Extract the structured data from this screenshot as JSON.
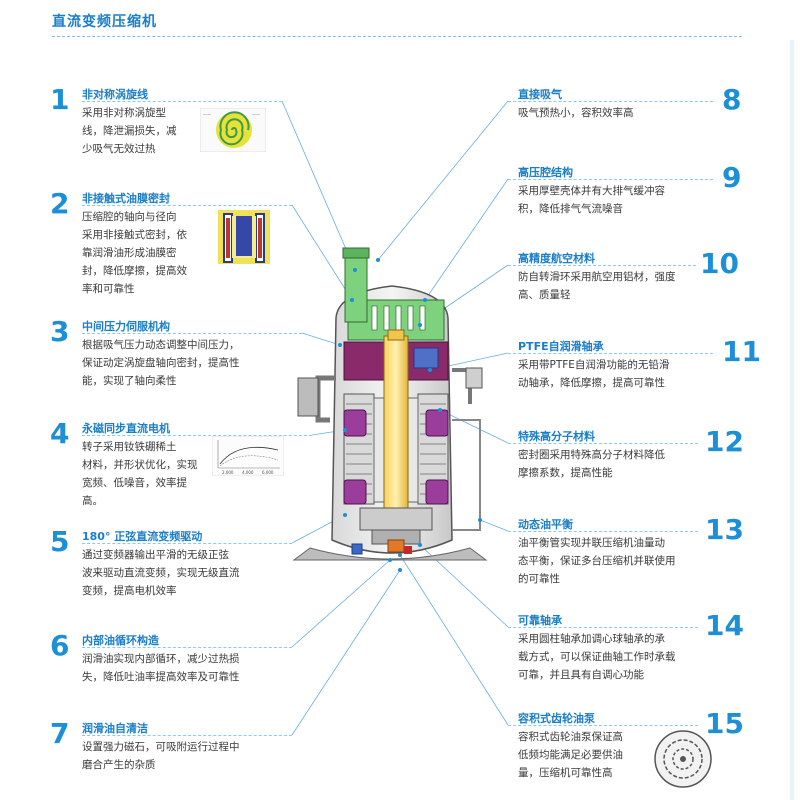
{
  "title": "直流变频压缩机",
  "features": [
    {
      "num": "1",
      "title": "非对称涡旋线",
      "lines": [
        "采用非对称涡旋型",
        "线，降泄漏损失，减",
        "少吸气无效过热"
      ]
    },
    {
      "num": "2",
      "title": "非接触式油膜密封",
      "lines": [
        "压缩腔的轴向与径向",
        "采用非接触式密封，依",
        "靠润滑油形成油膜密",
        "封，降低摩擦，提高效",
        "率和可靠性"
      ]
    },
    {
      "num": "3",
      "title": "中间压力伺服机构",
      "lines": [
        "根据吸气压力动态调整中间压力，",
        "保证动定涡旋盘轴向密封，提高性",
        "能，实现了轴向柔性"
      ]
    },
    {
      "num": "4",
      "title": "永磁同步直流电机",
      "lines": [
        "转子采用钕铁硼稀土",
        "材料，并形状优化，实现",
        "宽频、低噪音，效率提",
        "高。"
      ]
    },
    {
      "num": "5",
      "title": "180°  正弦直流变频驱动",
      "lines": [
        "通过变频器输出平滑的无级正弦",
        "波来驱动直流变频，实现无级直流",
        "变频，提高电机效率"
      ]
    },
    {
      "num": "6",
      "title": "内部油循环构造",
      "lines": [
        "润滑油实现内部循环，减少过热损",
        "失，降低吐油率提高效率及可靠性"
      ]
    },
    {
      "num": "7",
      "title": "润滑油自清洁",
      "lines": [
        "设置强力磁石，可吸附运行过程中",
        "磨合产生的杂质"
      ]
    },
    {
      "num": "8",
      "title": "直接吸气",
      "lines": [
        "吸气预热小，容积效率高"
      ]
    },
    {
      "num": "9",
      "title": "高压腔结构",
      "lines": [
        "采用厚壁壳体并有大排气缓冲容",
        "积，降低排气气流噪音"
      ]
    },
    {
      "num": "10",
      "title": "高精度航空材料",
      "lines": [
        "防自转滑环采用航空用铝材，强度",
        "高、质量轻"
      ]
    },
    {
      "num": "11",
      "title": "PTFE自润滑轴承",
      "lines": [
        "采用带PTFE自润滑功能的无铅滑",
        "动轴承，降低摩擦，提高可靠性"
      ]
    },
    {
      "num": "12",
      "title": "特殊高分子材料",
      "lines": [
        "密封圈采用特殊高分子材料降低",
        "摩擦系数，提高性能"
      ]
    },
    {
      "num": "13",
      "title": "动态油平衡",
      "lines": [
        "油平衡管实现并联压缩机油量动",
        "态平衡，保证多台压缩机并联使用",
        "的可靠性"
      ]
    },
    {
      "num": "14",
      "title": "可靠轴承",
      "lines": [
        "采用圆柱轴承加调心球轴承的承",
        "载方式，可以保证曲轴工作时承载",
        "可靠，并且具有自调心功能"
      ]
    },
    {
      "num": "15",
      "title": "容积式齿轮油泵",
      "lines": [
        "容积式齿轮油泵保证高",
        "低频均能满足必要供油",
        "量，压缩机可靠性高"
      ]
    }
  ],
  "motor_graph": {
    "labels": [
      "2,000",
      "4,000",
      "6,000"
    ]
  },
  "colors": {
    "accent": "#1d8fd6",
    "line": "#7fbfe8"
  }
}
